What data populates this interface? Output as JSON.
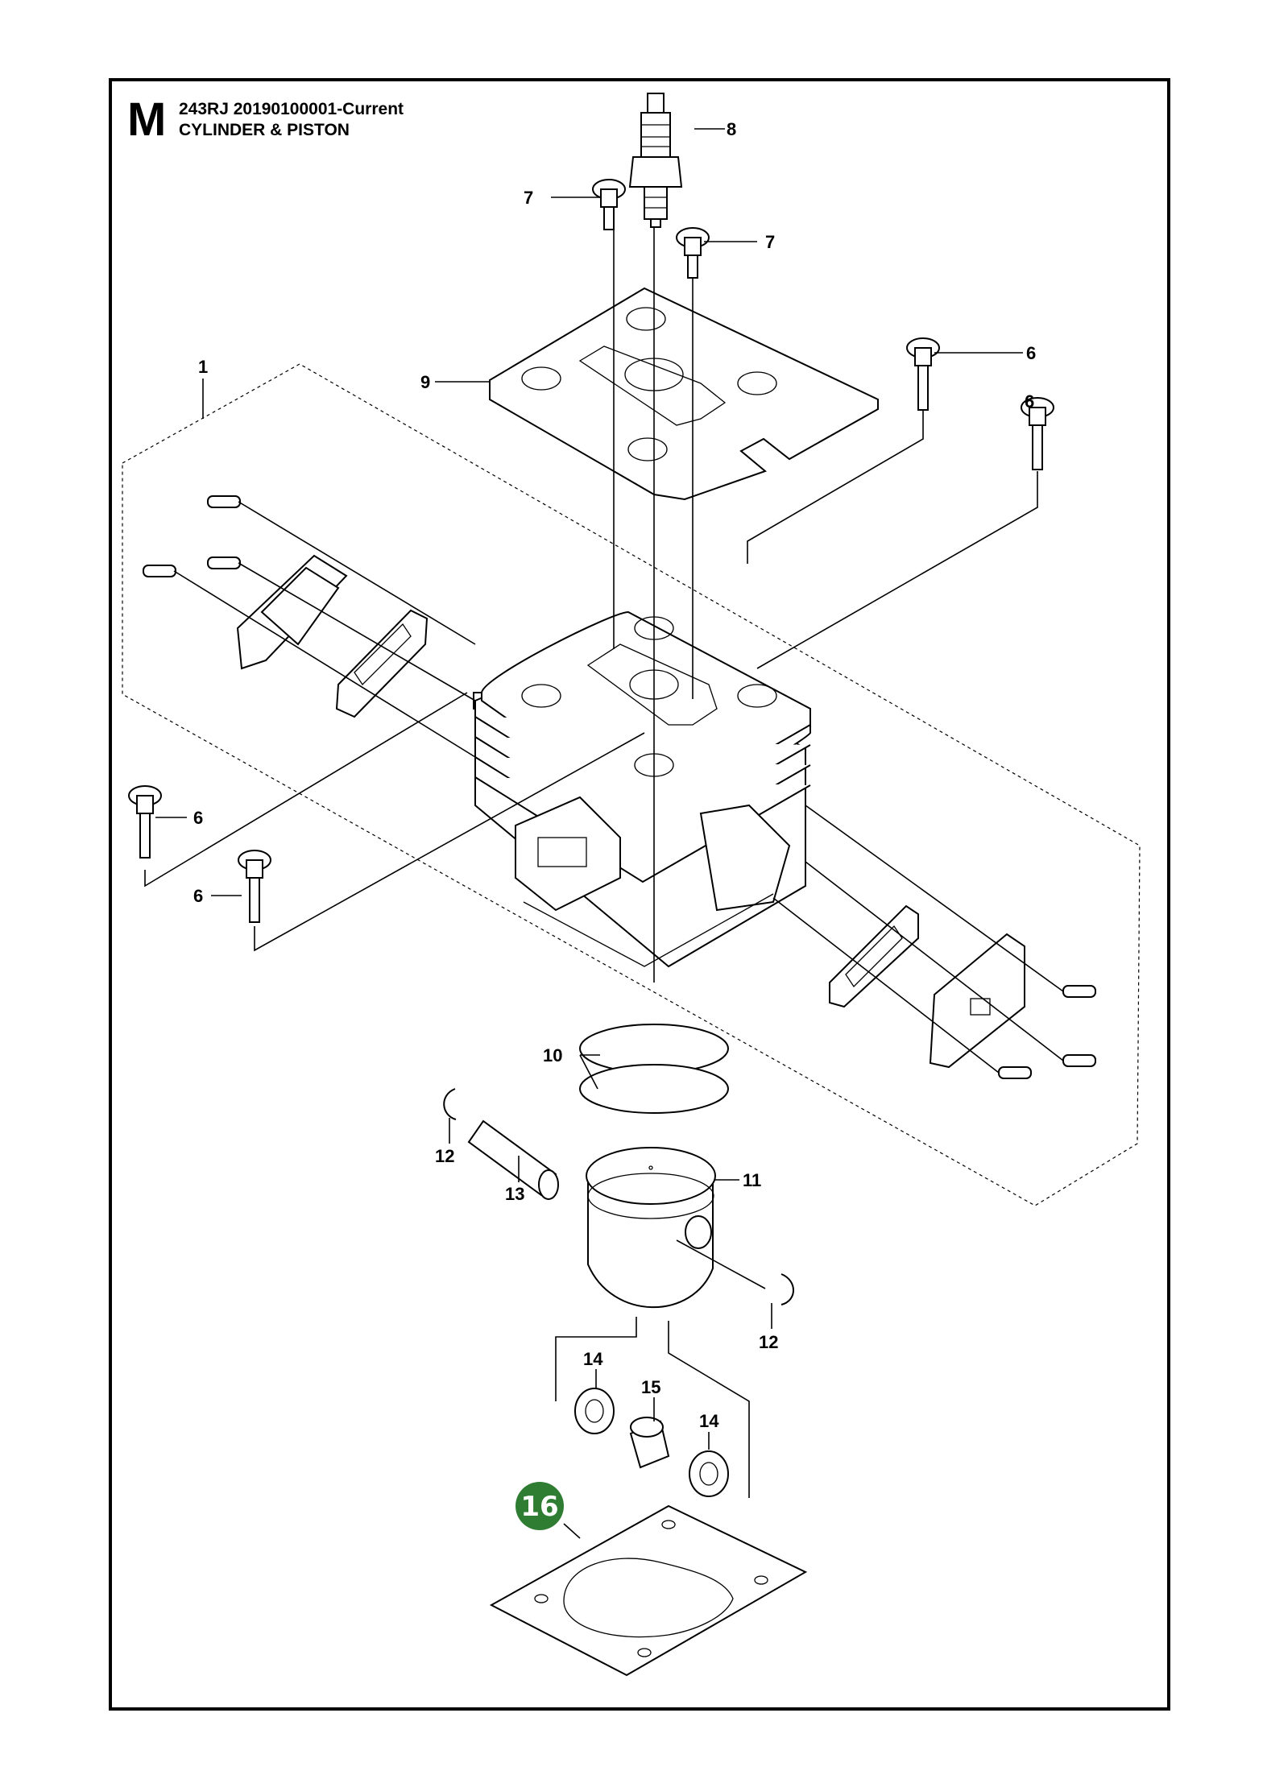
{
  "header": {
    "section_letter": "M",
    "model": "243RJ  20190100001-Current",
    "title": "CYLINDER & PISTON"
  },
  "colors": {
    "highlight": "#2e7d32",
    "frame": "#000000"
  },
  "callouts": [
    {
      "id": "c8",
      "label": "8"
    },
    {
      "id": "c7a",
      "label": "7"
    },
    {
      "id": "c7b",
      "label": "7"
    },
    {
      "id": "c1",
      "label": "1"
    },
    {
      "id": "c9",
      "label": "9"
    },
    {
      "id": "c6a",
      "label": "6"
    },
    {
      "id": "c6b",
      "label": "6"
    },
    {
      "id": "c6c",
      "label": "6"
    },
    {
      "id": "c6d",
      "label": "6"
    },
    {
      "id": "c10",
      "label": "10"
    },
    {
      "id": "c12a",
      "label": "12"
    },
    {
      "id": "c13",
      "label": "13"
    },
    {
      "id": "c11",
      "label": "11"
    },
    {
      "id": "c12b",
      "label": "12"
    },
    {
      "id": "c14a",
      "label": "14"
    },
    {
      "id": "c15",
      "label": "15"
    },
    {
      "id": "c14b",
      "label": "14"
    }
  ],
  "highlighted_callout": {
    "label": "16"
  }
}
